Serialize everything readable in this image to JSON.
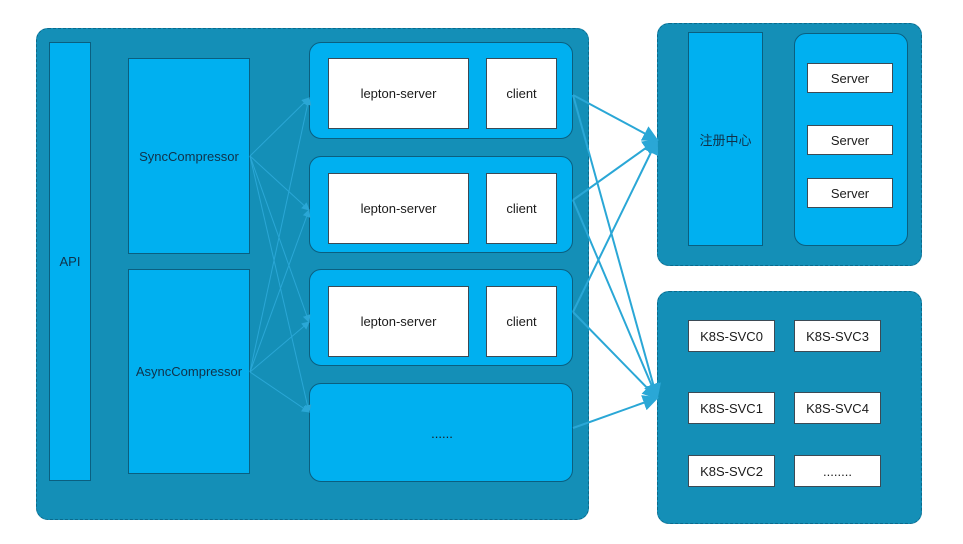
{
  "api": {
    "label": "API"
  },
  "compressors": [
    {
      "label": "SyncCompressor"
    },
    {
      "label": "AsyncCompressor"
    }
  ],
  "instances": [
    {
      "server_label": "lepton-server",
      "client_label": "client"
    },
    {
      "server_label": "lepton-server",
      "client_label": "client"
    },
    {
      "server_label": "lepton-server",
      "client_label": "client"
    }
  ],
  "instances_more": {
    "label": "......"
  },
  "registry": {
    "label": "注册中心",
    "servers": [
      {
        "label": "Server"
      },
      {
        "label": "Server"
      },
      {
        "label": "Server"
      }
    ]
  },
  "k8s": {
    "services": [
      {
        "label": "K8S-SVC0"
      },
      {
        "label": "K8S-SVC3"
      },
      {
        "label": "K8S-SVC1"
      },
      {
        "label": "K8S-SVC4"
      },
      {
        "label": "K8S-SVC2"
      },
      {
        "label": "........"
      }
    ]
  },
  "colors": {
    "panel": "#148fb7",
    "box": "#00b0f0",
    "arrow": "#2aa7d6"
  }
}
